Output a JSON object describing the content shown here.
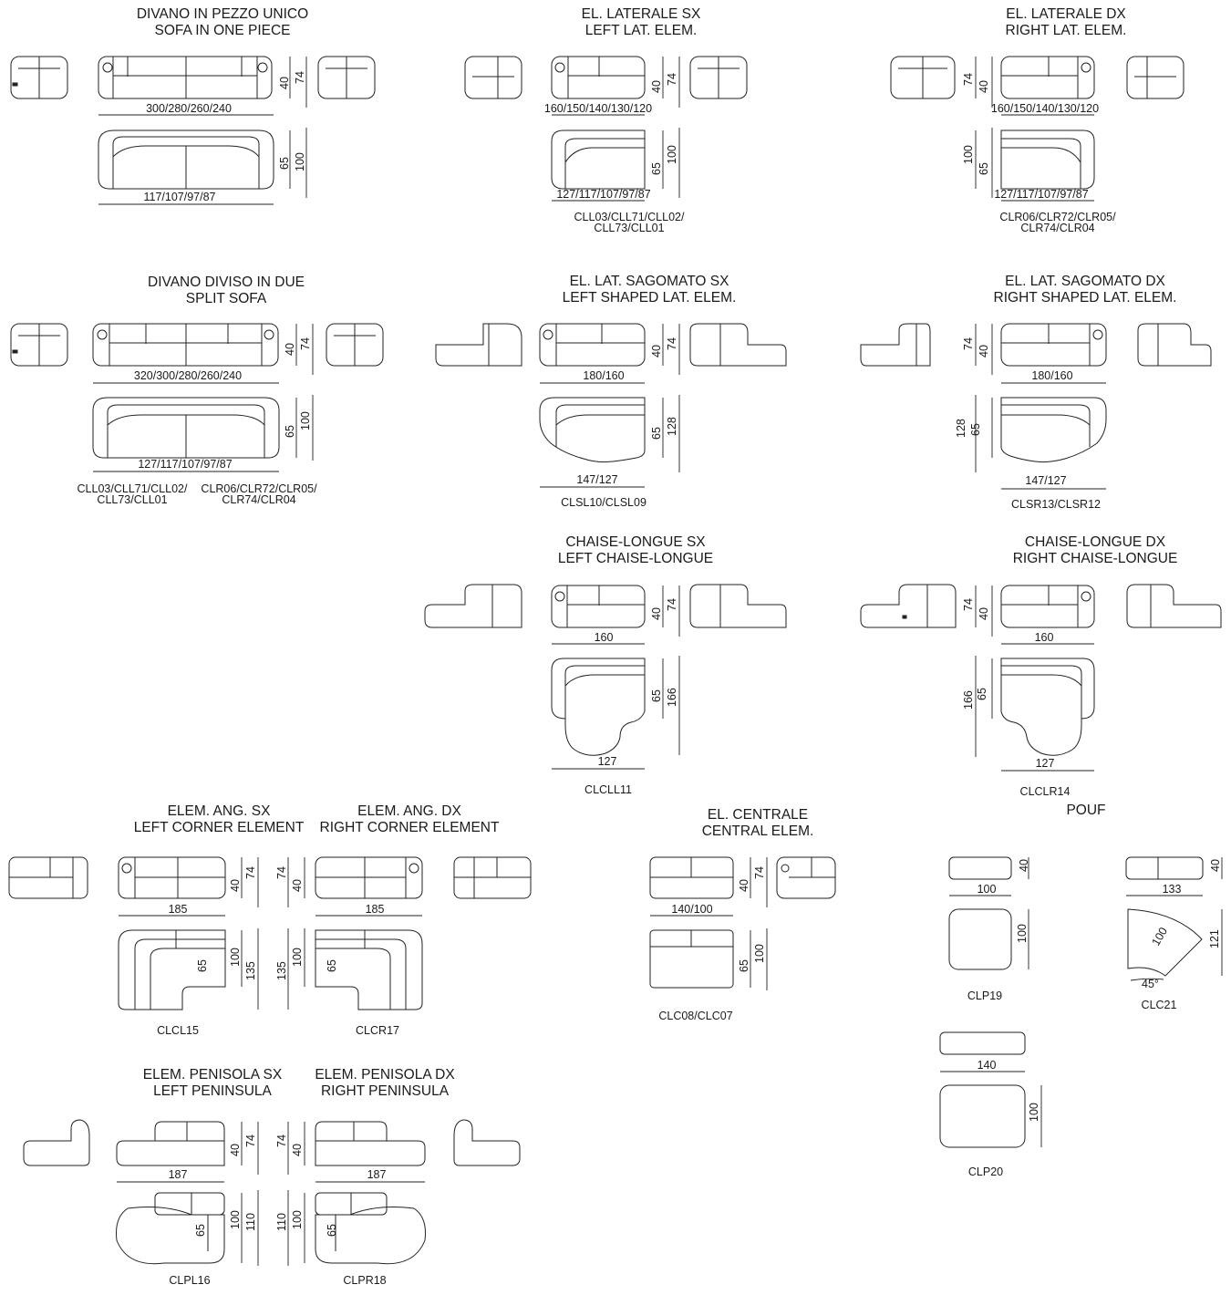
{
  "titles": {
    "one_piece": [
      "DIVANO IN PEZZO UNICO",
      "SOFA IN ONE PIECE"
    ],
    "left_lat": [
      "EL. LATERALE SX",
      "LEFT LAT. ELEM."
    ],
    "right_lat": [
      "EL. LATERALE DX",
      "RIGHT LAT. ELEM."
    ],
    "split": [
      "DIVANO DIVISO IN DUE",
      "SPLIT SOFA"
    ],
    "left_shaped": [
      "EL. LAT. SAGOMATO SX",
      "LEFT SHAPED LAT. ELEM."
    ],
    "right_shaped": [
      "EL. LAT. SAGOMATO DX",
      "RIGHT SHAPED LAT. ELEM."
    ],
    "left_chaise": [
      "CHAISE-LONGUE SX",
      "LEFT CHAISE-LONGUE"
    ],
    "right_chaise": [
      "CHAISE-LONGUE DX",
      "RIGHT CHAISE-LONGUE"
    ],
    "left_corner": [
      "ELEM. ANG. SX",
      "LEFT CORNER ELEMENT"
    ],
    "right_corner": [
      "ELEM. ANG. DX",
      "RIGHT CORNER ELEMENT"
    ],
    "central": [
      "EL. CENTRALE",
      "CENTRAL ELEM."
    ],
    "pouf": [
      "POUF"
    ],
    "left_pen": [
      "ELEM. PENISOLA SX",
      "LEFT PENINSULA"
    ],
    "right_pen": [
      "ELEM. PENISOLA DX",
      "RIGHT PENINSULA"
    ]
  },
  "codes": {
    "left_lat": [
      "CLL03/CLL71/CLL02/",
      "CLL73/CLL01"
    ],
    "right_lat": [
      "CLR06/CLR72/CLR05/",
      "CLR74/CLR04"
    ],
    "split_left": [
      "CLL03/CLL71/CLL02/",
      "CLL73/CLL01"
    ],
    "split_right": [
      "CLR06/CLR72/CLR05/",
      "CLR74/CLR04"
    ],
    "left_shaped": [
      "CLSL10/CLSL09"
    ],
    "right_shaped": [
      "CLSR13/CLSR12"
    ],
    "left_chaise": [
      "CLCLL11"
    ],
    "right_chaise": [
      "CLCLR14"
    ],
    "left_corner": [
      "CLCL15"
    ],
    "right_corner": [
      "CLCR17"
    ],
    "central": [
      "CLC08/CLC07"
    ],
    "pouf_100": [
      "CLP19"
    ],
    "pouf_curved": [
      "CLC21"
    ],
    "pouf_140": [
      "CLP20"
    ],
    "left_pen": [
      "CLPL16"
    ],
    "right_pen": [
      "CLPR18"
    ]
  },
  "dims": {
    "d300": "300/280/260/240",
    "d117": "117/107/97/87",
    "d160a": "160/150/140/130/120",
    "d127a": "127/117/107/97/87",
    "d160b": "160/150/140/130/120",
    "d127b": "127/117/107/97/87",
    "d320": "320/300/280/260/240",
    "d127c": "127/117/107/97/87",
    "d180a": "180/160",
    "d147a": "147/127",
    "d180b": "180/160",
    "d147b": "147/127",
    "d160c": "160",
    "d127d": "127",
    "d160d": "160",
    "d127e": "127",
    "d185a": "185",
    "d185b": "185",
    "d140": "140/100",
    "p100": "100",
    "p133": "133",
    "p140": "140",
    "p40a": "40",
    "p40b": "40",
    "p100v": "100",
    "p121": "121",
    "p100r": "100",
    "p45": "45°",
    "p100c": "100",
    "d187a": "187",
    "d187b": "187",
    "n40": "40",
    "n74": "74",
    "n65": "65",
    "n100": "100",
    "n128": "128",
    "n166": "166",
    "n135": "135",
    "n110": "110"
  }
}
